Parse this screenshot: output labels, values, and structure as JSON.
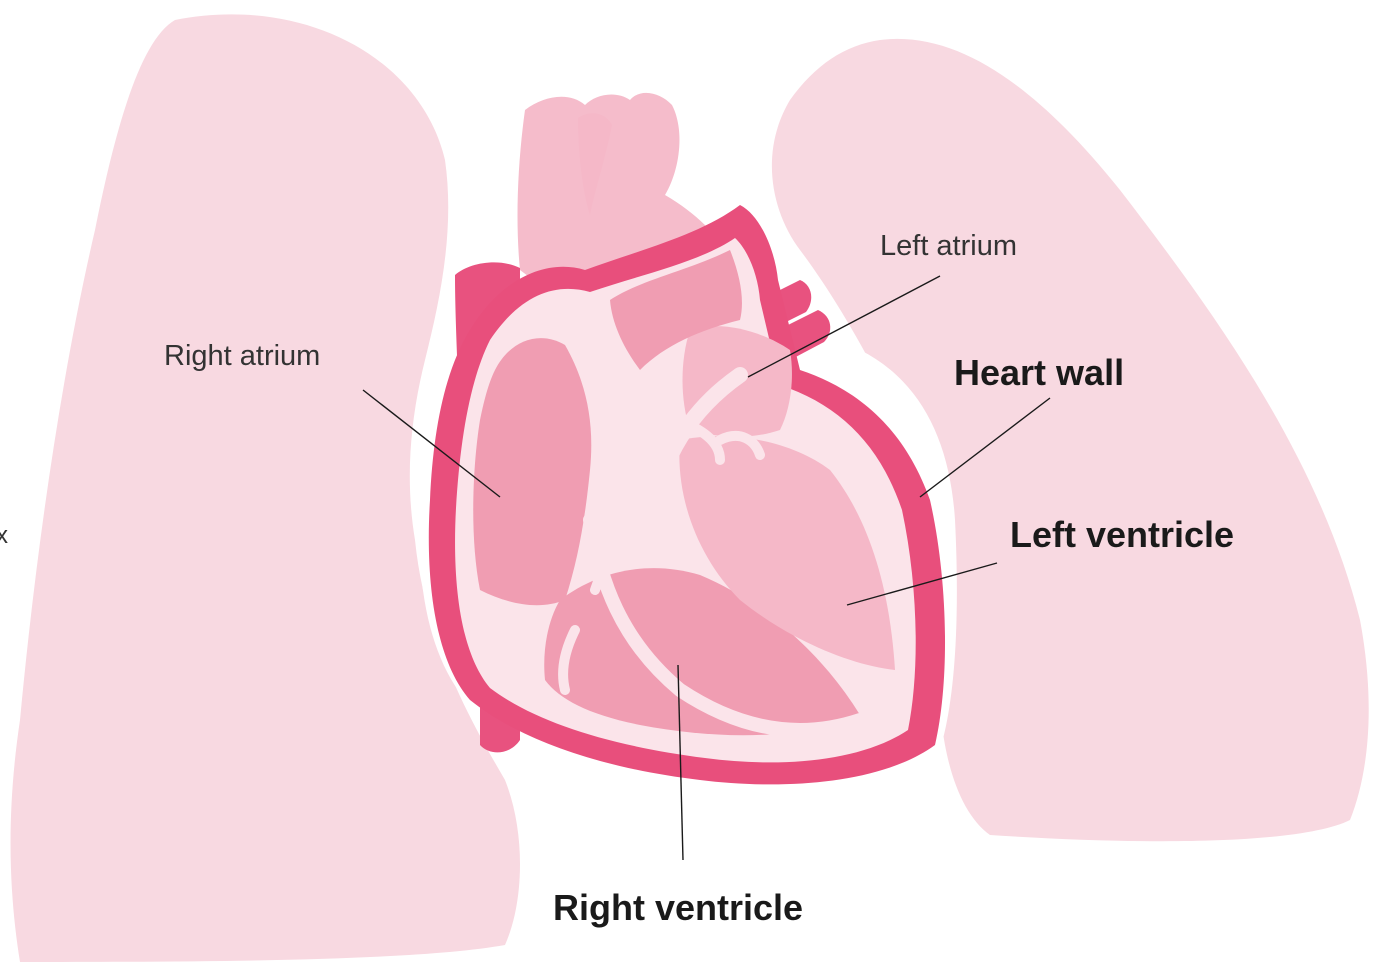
{
  "labels": {
    "right_atrium": "Right atrium",
    "left_atrium": "Left atrium",
    "heart_wall": "Heart wall",
    "left_ventricle": "Left ventricle",
    "right_ventricle": "Right ventricle",
    "edge_fragment": "x"
  },
  "colors": {
    "lung": "#f8d9e1",
    "heart_outer_wall": "#e84f7c",
    "chamber_light": "#f5b8c8",
    "chamber_mid": "#f09db2",
    "septum": "#fbe4ea",
    "vessel": "#f5bccb",
    "vena_cava": "#e8527f",
    "leader_line": "#1a1a1a"
  }
}
